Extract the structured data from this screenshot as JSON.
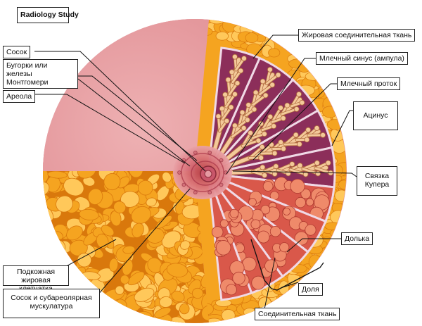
{
  "title": "Radiology Study",
  "labels": {
    "nipple": "Сосок",
    "montgomery": "Бугорки или железы Монтгомери",
    "areola": "Ареола",
    "subcutaneous_fat": "Подкожная жировая клетчатка",
    "nipple_musculature": "Сосок и субареолярная мускулатура",
    "adipose_tissue": "Жировая соединительная ткань",
    "milk_sinus": "Млечный синус (ампула)",
    "milk_duct": "Млечный проток",
    "acinus": "Ацинус",
    "cooper_ligament": "Связка Купера",
    "lobule": "Долька",
    "lobe": "Доля",
    "connective_tissue": "Соединительная ткань"
  },
  "colors": {
    "skin": "#e8a3a6",
    "skin_edge": "#c9777d",
    "fat": "#f5a420",
    "fat_dark": "#d9780c",
    "fat_light": "#ffc85a",
    "gland": "#c9446a",
    "duct": "#f3c99a",
    "duct_edge": "#b06a3c",
    "septum": "#f0d9e6",
    "lobule": "#d9584a",
    "lobule_light": "#ef8a6a",
    "line": "#111111"
  }
}
